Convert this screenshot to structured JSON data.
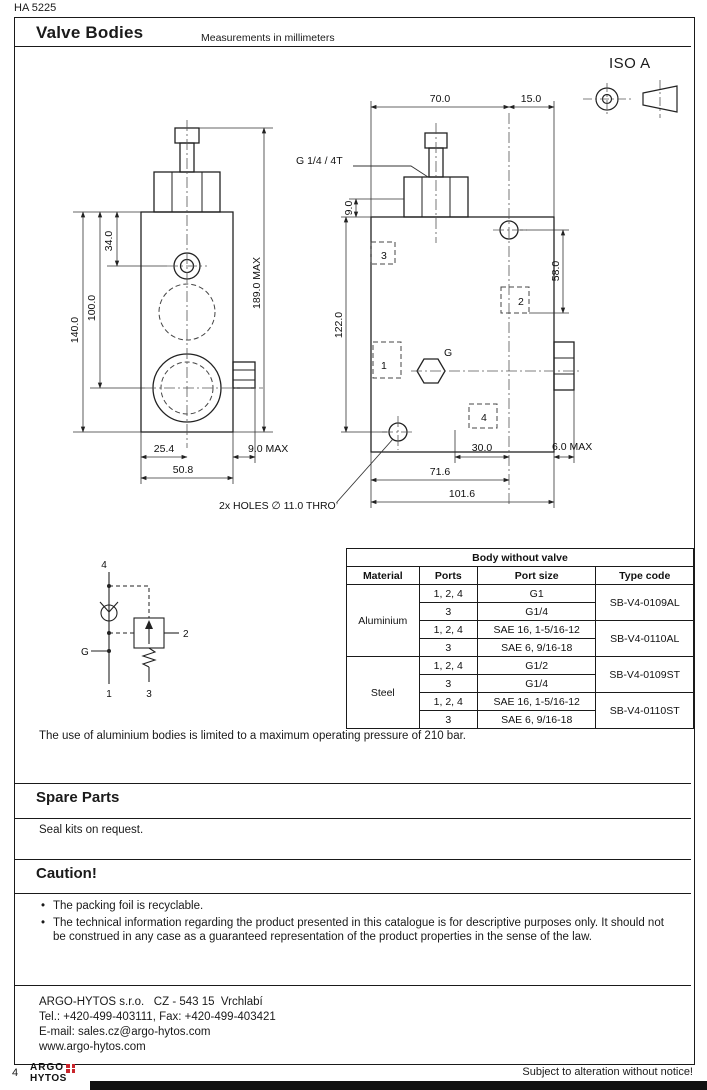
{
  "page": {
    "doc_number": "HA 5225",
    "page_number": "4",
    "alteration_note": "Subject to alteration without notice!"
  },
  "header": {
    "title": "Valve Bodies",
    "subtitle": "Measurements in millimeters",
    "iso_label": "ISO A"
  },
  "drawing": {
    "thread_label": "G 1/4 / 4T",
    "holes_note": "2x HOLES ∅ 11.0 THRO’",
    "left_view": {
      "dim_34": "34.0",
      "dim_100": "100.0",
      "dim_140": "140.0",
      "dim_189": "189.0 MAX",
      "dim_25_4": "25.4",
      "dim_9_max": "9.0 MAX",
      "dim_50_8": "50.8"
    },
    "right_view": {
      "dim_70": "70.0",
      "dim_15": "15.0",
      "dim_9": "9.0",
      "dim_122": "122.0",
      "dim_58": "58.0",
      "dim_30": "30.0",
      "dim_6_max": "6.0 MAX",
      "dim_71_6": "71.6",
      "dim_101_6": "101.6",
      "port_1": "1",
      "port_2": "2",
      "port_3": "3",
      "port_4": "4",
      "port_g": "G"
    }
  },
  "schematic": {
    "port_1": "1",
    "port_2": "2",
    "port_3": "3",
    "port_4": "4",
    "port_g": "G"
  },
  "table": {
    "title": "Body without valve",
    "headers": {
      "material": "Material",
      "ports": "Ports",
      "port_size": "Port size",
      "type_code": "Type code"
    },
    "material_aluminium": "Aluminium",
    "material_steel": "Steel",
    "rows": {
      "al_r1_ports": "1, 2, 4",
      "al_r1_size": "G1",
      "al_r2_ports": "3",
      "al_r2_size": "G1/4",
      "al_code_1": "SB-V4-0109AL",
      "al_r3_ports": "1, 2, 4",
      "al_r3_size": "SAE 16, 1-5/16-12",
      "al_r4_ports": "3",
      "al_r4_size": "SAE 6, 9/16-18",
      "al_code_2": "SB-V4-0110AL",
      "st_r1_ports": "1, 2, 4",
      "st_r1_size": "G1/2",
      "st_r2_ports": "3",
      "st_r2_size": "G1/4",
      "st_code_1": "SB-V4-0109ST",
      "st_r3_ports": "1, 2, 4",
      "st_r3_size": "SAE 16, 1-5/16-12",
      "st_r4_ports": "3",
      "st_r4_size": "SAE 6, 9/16-18",
      "st_code_2": "SB-V4-0110ST"
    }
  },
  "note": "The use of aluminium bodies is limited to a maximum operating pressure of 210 bar.",
  "spare_parts": {
    "title": "Spare Parts",
    "body": "Seal kits on request."
  },
  "caution": {
    "title": "Caution!",
    "bullets": [
      "The packing foil is recyclable.",
      "The technical information regarding the product presented in this catalogue is for descriptive purposes only. It should not be construed in any case as a guaranteed representation of the product properties in the sense of the law."
    ]
  },
  "footer": {
    "company_line": "ARGO-HYTOS s.r.o.   CZ - 543 15  Vrchlabí",
    "tel_line": "Tel.: +420-499-403111, Fax: +420-499-403421",
    "email_label": "E-mail: sales.cz@argo-hytos.com",
    "web_label": "www.argo-hytos.com",
    "logo_top": "ARGO",
    "logo_bottom": "HYTOS"
  },
  "colors": {
    "accent_red": "#c9252c",
    "line": "#1a1a1a"
  }
}
